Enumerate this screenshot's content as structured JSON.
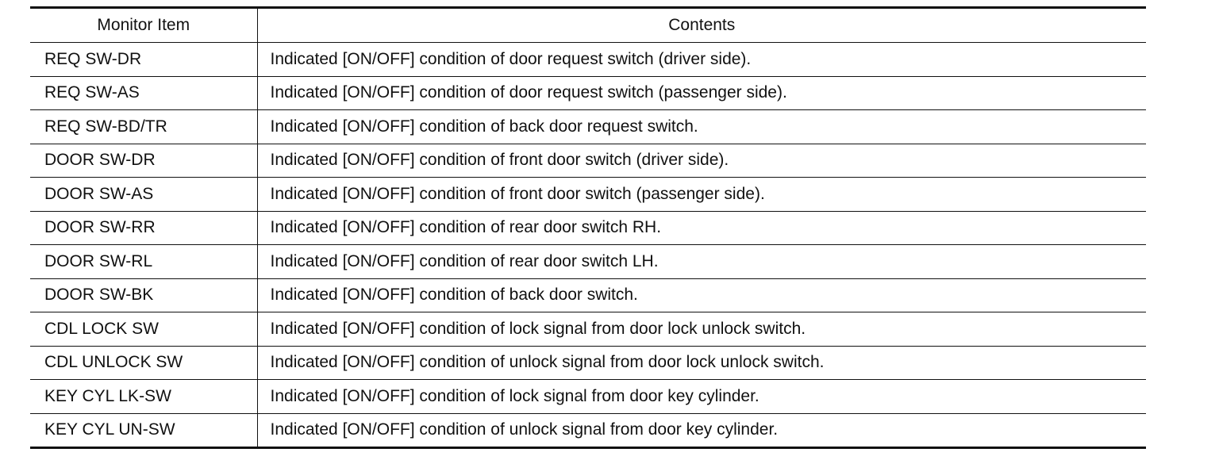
{
  "table": {
    "headers": {
      "item": "Monitor Item",
      "contents": "Contents"
    },
    "rows": [
      {
        "item": "REQ SW-DR",
        "contents": "Indicated [ON/OFF] condition of door request switch (driver side)."
      },
      {
        "item": "REQ SW-AS",
        "contents": "Indicated [ON/OFF] condition of door request switch (passenger side)."
      },
      {
        "item": "REQ SW-BD/TR",
        "contents": "Indicated [ON/OFF] condition of back door request switch."
      },
      {
        "item": "DOOR SW-DR",
        "contents": "Indicated [ON/OFF] condition of front door switch (driver side)."
      },
      {
        "item": "DOOR SW-AS",
        "contents": "Indicated [ON/OFF] condition of front door switch (passenger side)."
      },
      {
        "item": "DOOR SW-RR",
        "contents": "Indicated [ON/OFF] condition of rear door switch RH."
      },
      {
        "item": "DOOR SW-RL",
        "contents": "Indicated [ON/OFF] condition of rear door switch LH."
      },
      {
        "item": "DOOR SW-BK",
        "contents": "Indicated [ON/OFF] condition of back door switch."
      },
      {
        "item": "CDL LOCK SW",
        "contents": "Indicated [ON/OFF] condition of lock signal from door lock unlock switch."
      },
      {
        "item": "CDL UNLOCK SW",
        "contents": "Indicated [ON/OFF] condition of unlock signal from door lock unlock switch."
      },
      {
        "item": "KEY CYL LK-SW",
        "contents": "Indicated [ON/OFF] condition of lock signal from door key cylinder."
      },
      {
        "item": "KEY CYL UN-SW",
        "contents": "Indicated [ON/OFF] condition of unlock signal from door key cylinder."
      }
    ]
  }
}
